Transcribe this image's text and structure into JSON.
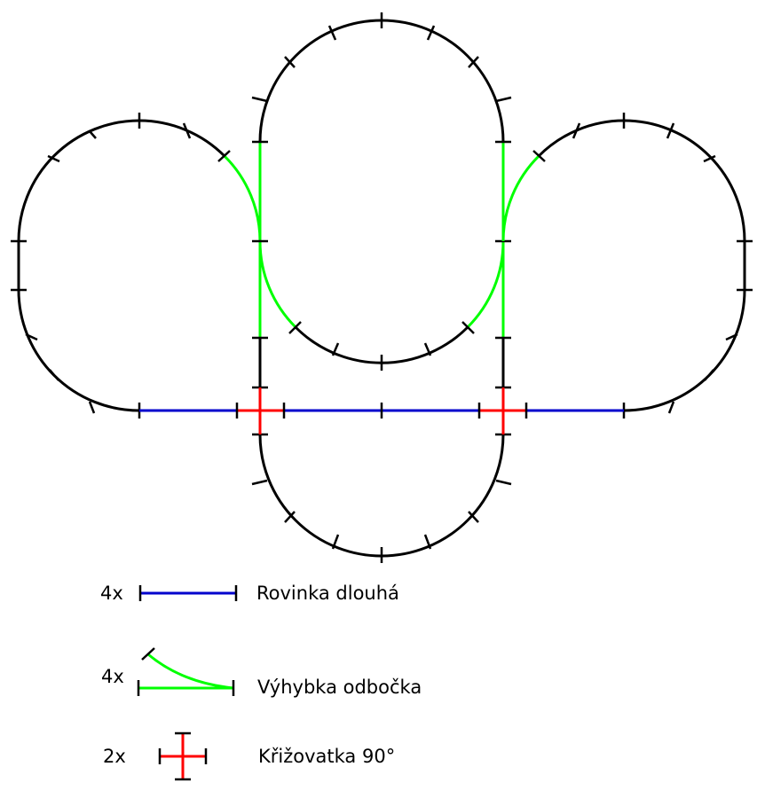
{
  "colors": {
    "background": "#ffffff",
    "track": "#000000",
    "straight_long": "#0000cc",
    "turnout": "#00ff00",
    "crossing": "#ff0000"
  },
  "legend": [
    {
      "count": "4x",
      "label": "Rovinka dlouhá",
      "piece": "straight_long",
      "color": "#0000cc"
    },
    {
      "count": "4x",
      "label": "Výhybka odbočka",
      "piece": "turnout",
      "color": "#00ff00"
    },
    {
      "count": "2x",
      "label": "Křižovatka 90°",
      "piece": "crossing",
      "color": "#ff0000"
    }
  ]
}
